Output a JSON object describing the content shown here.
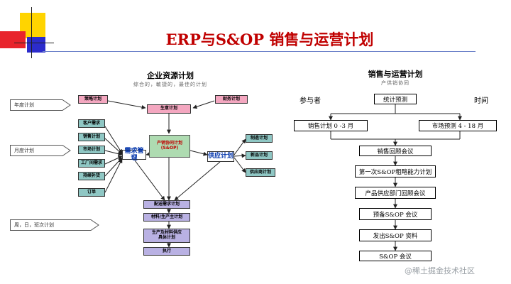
{
  "title": "ERP与S&OP 销售与运营计划",
  "left": {
    "heading": "企业资源计划",
    "subheading": "综合的，敏捷的，最佳的计划",
    "horizons": [
      "年度计划",
      "月度计划",
      "周，日，班次计划"
    ],
    "top_boxes": {
      "strategy": "策略计划",
      "production_plan": "生意计划",
      "finance": "财务计划"
    },
    "center": {
      "sop": "产销协同计划\n(S&OP)",
      "demand": "需求管理",
      "supply": "供应计划"
    },
    "demand_inputs": [
      "客户需求",
      "销售计划",
      "市场计划",
      "工厂间需求",
      "持续补货",
      "订单"
    ],
    "supply_outputs": [
      "制造计划",
      "新品计划",
      "供应商计划"
    ],
    "bottom_chain": [
      "配送需求计划",
      "材料/生产主计划",
      "生产及材料供应\n具体计划",
      "执行"
    ]
  },
  "right": {
    "heading": "销售与运营计划",
    "subheading": "产供销协同",
    "participants_label": "参与者",
    "time_label": "时间",
    "forecast": "统计预测",
    "sales_plan": "销售计划 0 -3 月",
    "market_plan": "市场预测 4 - 18 月",
    "steps": [
      "销售回顾会议",
      "第一次S&OP粗略能力计划",
      "产品供应部门回顾会议",
      "预备S&OP 会议",
      "发出S&OP 资料",
      "S&OP 会议"
    ]
  },
  "watermark": "@稀土掘金技术社区",
  "colors": {
    "title": "#c00000",
    "pink": "#f4a7c0",
    "teal": "#8fc7c4",
    "lavender": "#b9b1e3",
    "green": "#aedbb1",
    "accent_blue": "#0033aa"
  }
}
